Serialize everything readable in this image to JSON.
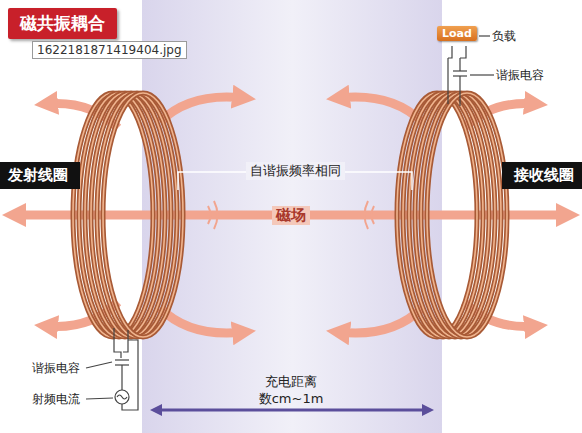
{
  "diagram": {
    "title": "磁共振耦合",
    "nodes": [
      {
        "text": [
          "1622181871419404.jpg"
        ]
      },
      {
        "text": [
          "发射线圈"
        ]
      },
      {
        "text": [
          "接收线圈"
        ]
      },
      {
        "text": [
          "Load"
        ]
      }
    ],
    "labels": [
      "自谐振频率相同",
      "磁场",
      "负载",
      "谐振电容",
      "谐振电容",
      "射频电流",
      "充电距离",
      "数cm~1m"
    ]
  }
}
